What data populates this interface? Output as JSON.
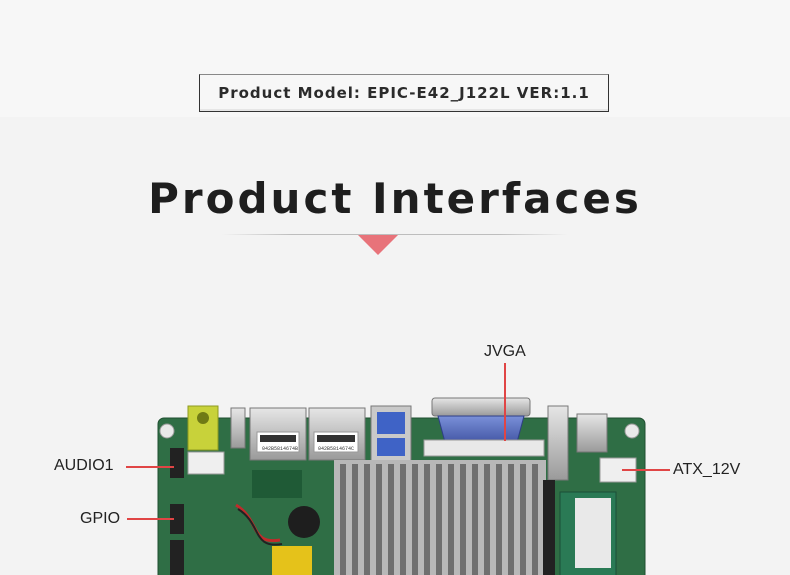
{
  "header": {
    "model_text": "Product Model:  EPIC-E42_J122L VER:1.1"
  },
  "section": {
    "title": "Product Interfaces"
  },
  "callouts": {
    "jvga": "JVGA",
    "audio1": "AUDIO1",
    "gpio": "GPIO",
    "atx_12v": "ATX_12V"
  },
  "board": {
    "lan_label_1": "042B5814674B",
    "lan_label_2": "042B5814674C"
  },
  "colors": {
    "accent": "#e8737a",
    "callout_line": "#e04545",
    "pcb_green": "#2f6e45"
  }
}
